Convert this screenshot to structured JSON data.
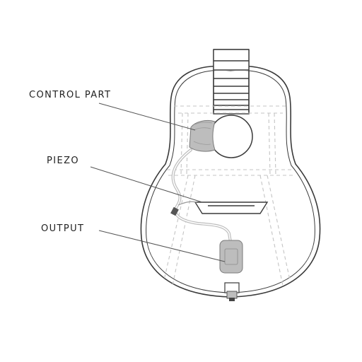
{
  "labels": {
    "control_part": "CONTROL PART",
    "piezo": "PIEZO",
    "output": "OUTPUT"
  },
  "colors": {
    "outline": "#3a3a3a",
    "dashed_bracing": "#c4c4c4",
    "pickup_fill": "#bdbdbd",
    "pickup_edge": "#7a7a7a",
    "leader_line": "#555555",
    "background": "#ffffff"
  },
  "icons": {
    "control_part": "preamp-control-icon",
    "output": "output-jack-icon"
  }
}
